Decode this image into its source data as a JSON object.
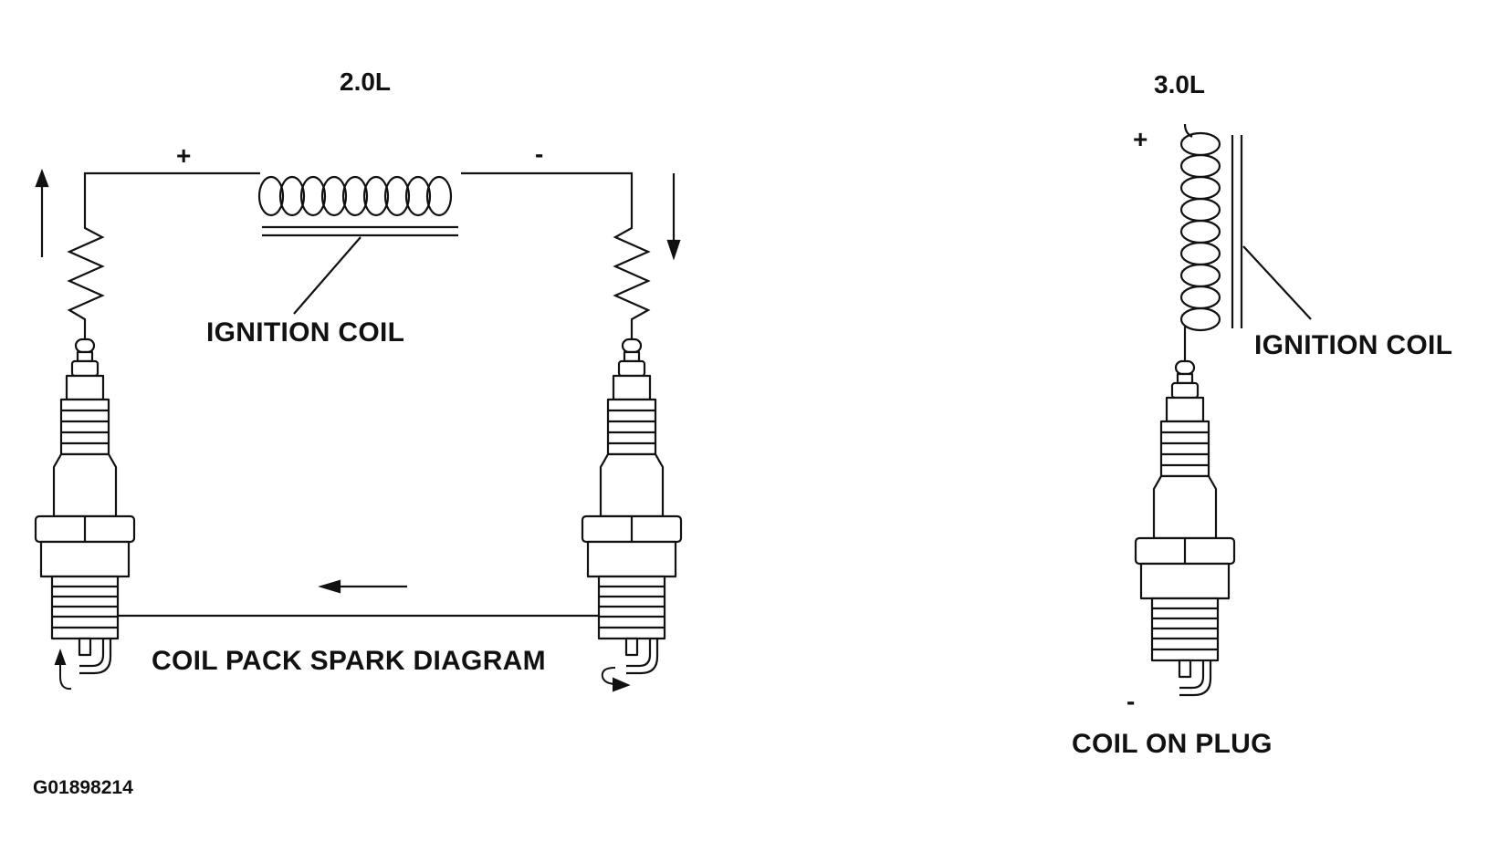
{
  "left_diagram": {
    "engine_label": "2.0L",
    "plus_sign": "+",
    "minus_sign": "-",
    "coil_label": "IGNITION COIL",
    "caption": "COIL PACK SPARK DIAGRAM"
  },
  "right_diagram": {
    "engine_label": "3.0L",
    "plus_sign": "+",
    "minus_sign": "-",
    "coil_label": "IGNITION COIL",
    "caption": "COIL ON PLUG"
  },
  "figure_id": "G01898214",
  "colors": {
    "ink": "#111111",
    "background": "#ffffff"
  }
}
